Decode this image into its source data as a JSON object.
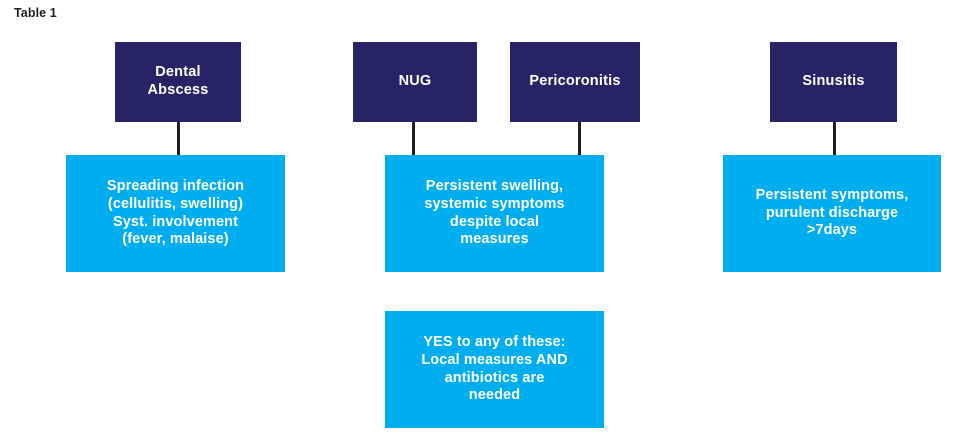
{
  "caption": {
    "label": "Table 1"
  },
  "colors": {
    "navy": "#272465",
    "light_blue": "#00ADEF",
    "connector": "#231F20",
    "text_on_box": "#FFFFFF",
    "caption_text": "#231F20",
    "background": "#FFFFFF"
  },
  "diagram": {
    "title": "Table 1",
    "condition_nodes": [
      {
        "id": "dental-abscess",
        "label": "Dental\nAbscess"
      },
      {
        "id": "nug",
        "label": "NUG"
      },
      {
        "id": "pericoronitis",
        "label": "Pericoronitis"
      },
      {
        "id": "sinusitis",
        "label": "Sinusitis"
      }
    ],
    "criteria_nodes": [
      {
        "id": "criteria-dental-abscess",
        "label": "Spreading infection\n(cellulitis, swelling)\nSyst. involvement\n(fever, malaise)"
      },
      {
        "id": "criteria-nug-pericoronitis",
        "label": "Persistent swelling,\nsystemic symptoms\ndespite local\nmeasures"
      },
      {
        "id": "criteria-sinusitis",
        "label": "Persistent symptoms,\npurulent discharge\n>7days"
      }
    ],
    "outcome_node": {
      "id": "outcome-antibiotics",
      "label": "YES to any of these:\nLocal measures AND\nantibiotics are\nneeded"
    }
  }
}
